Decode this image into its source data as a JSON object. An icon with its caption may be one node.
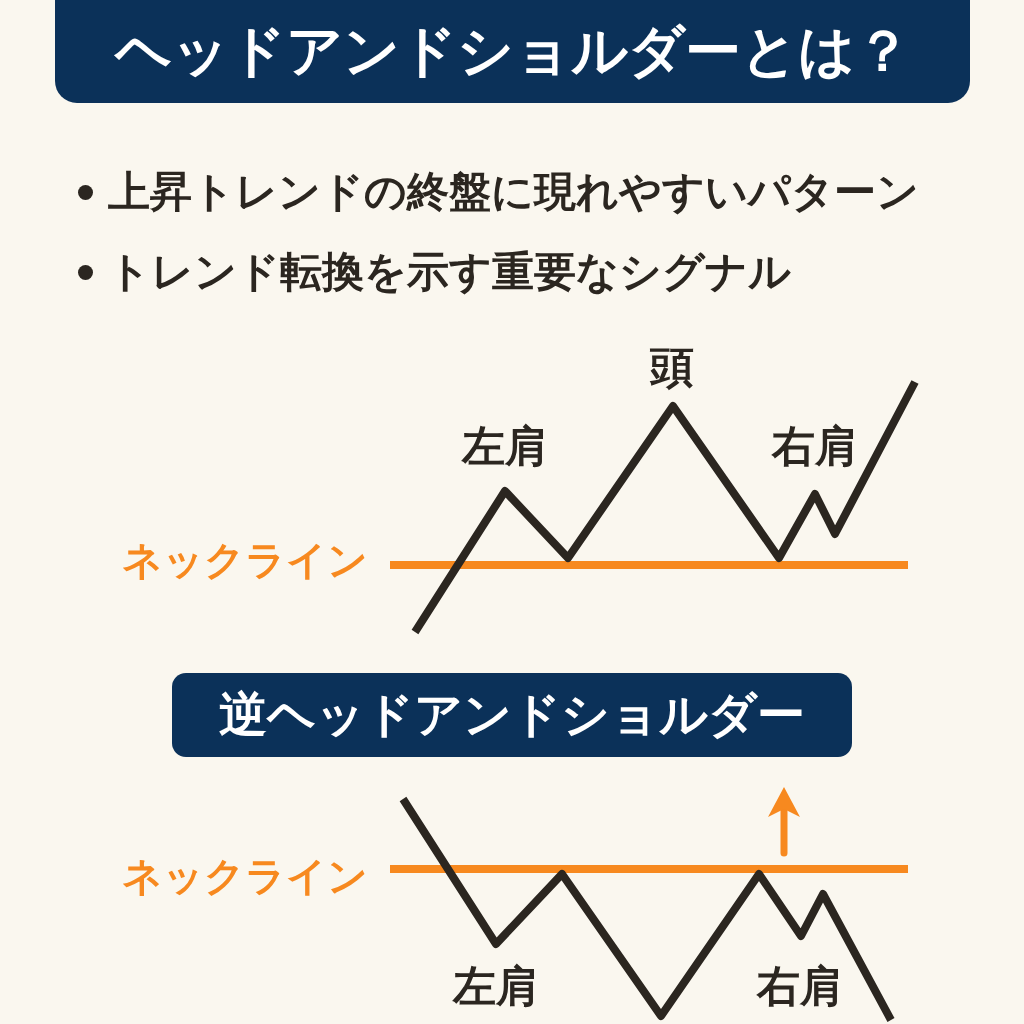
{
  "diagram": {
    "title": "ヘッドアンドショルダーとは？",
    "nodes": [
      {
        "text": [
          "逆ヘッドアンドショルダー"
        ]
      }
    ],
    "labels": [
      "上昇トレンドの終盤に現れやすいパターン",
      "トレンド転換を示す重要なシグナル",
      "頭",
      "左肩",
      "右肩",
      "ネックライン",
      "ネックライン",
      "左肩",
      "右肩"
    ]
  }
}
